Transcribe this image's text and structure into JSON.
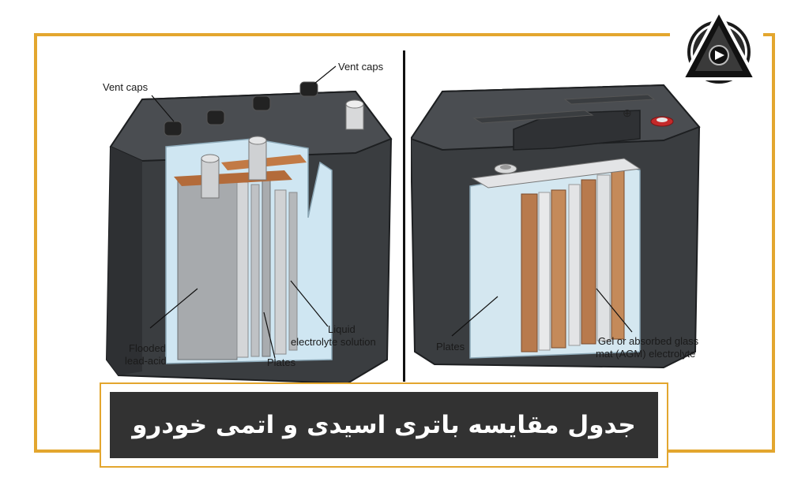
{
  "title": "جدول مقایسه باتری اسیدی و اتمی خودرو",
  "left_battery": {
    "labels": {
      "vent_caps_top": "Vent caps",
      "vent_caps_left": "Vent caps",
      "flooded_line1": "Flooded",
      "flooded_line2": "lead-acid",
      "plates": "Plates",
      "liquid_line1": "Liquid",
      "liquid_line2": "electrolyte solution"
    }
  },
  "right_battery": {
    "labels": {
      "plates": "Plates",
      "gel_line1": "Gel or absorbed glass",
      "gel_line2": "mat (AGM) electrolyte"
    }
  },
  "colors": {
    "accent": "#e3a62e",
    "banner": "#323232",
    "battery_case": "#3a3d40",
    "electrolyte": "#cfe6f2"
  },
  "icons": {
    "logo": "triangle-logo-icon"
  }
}
